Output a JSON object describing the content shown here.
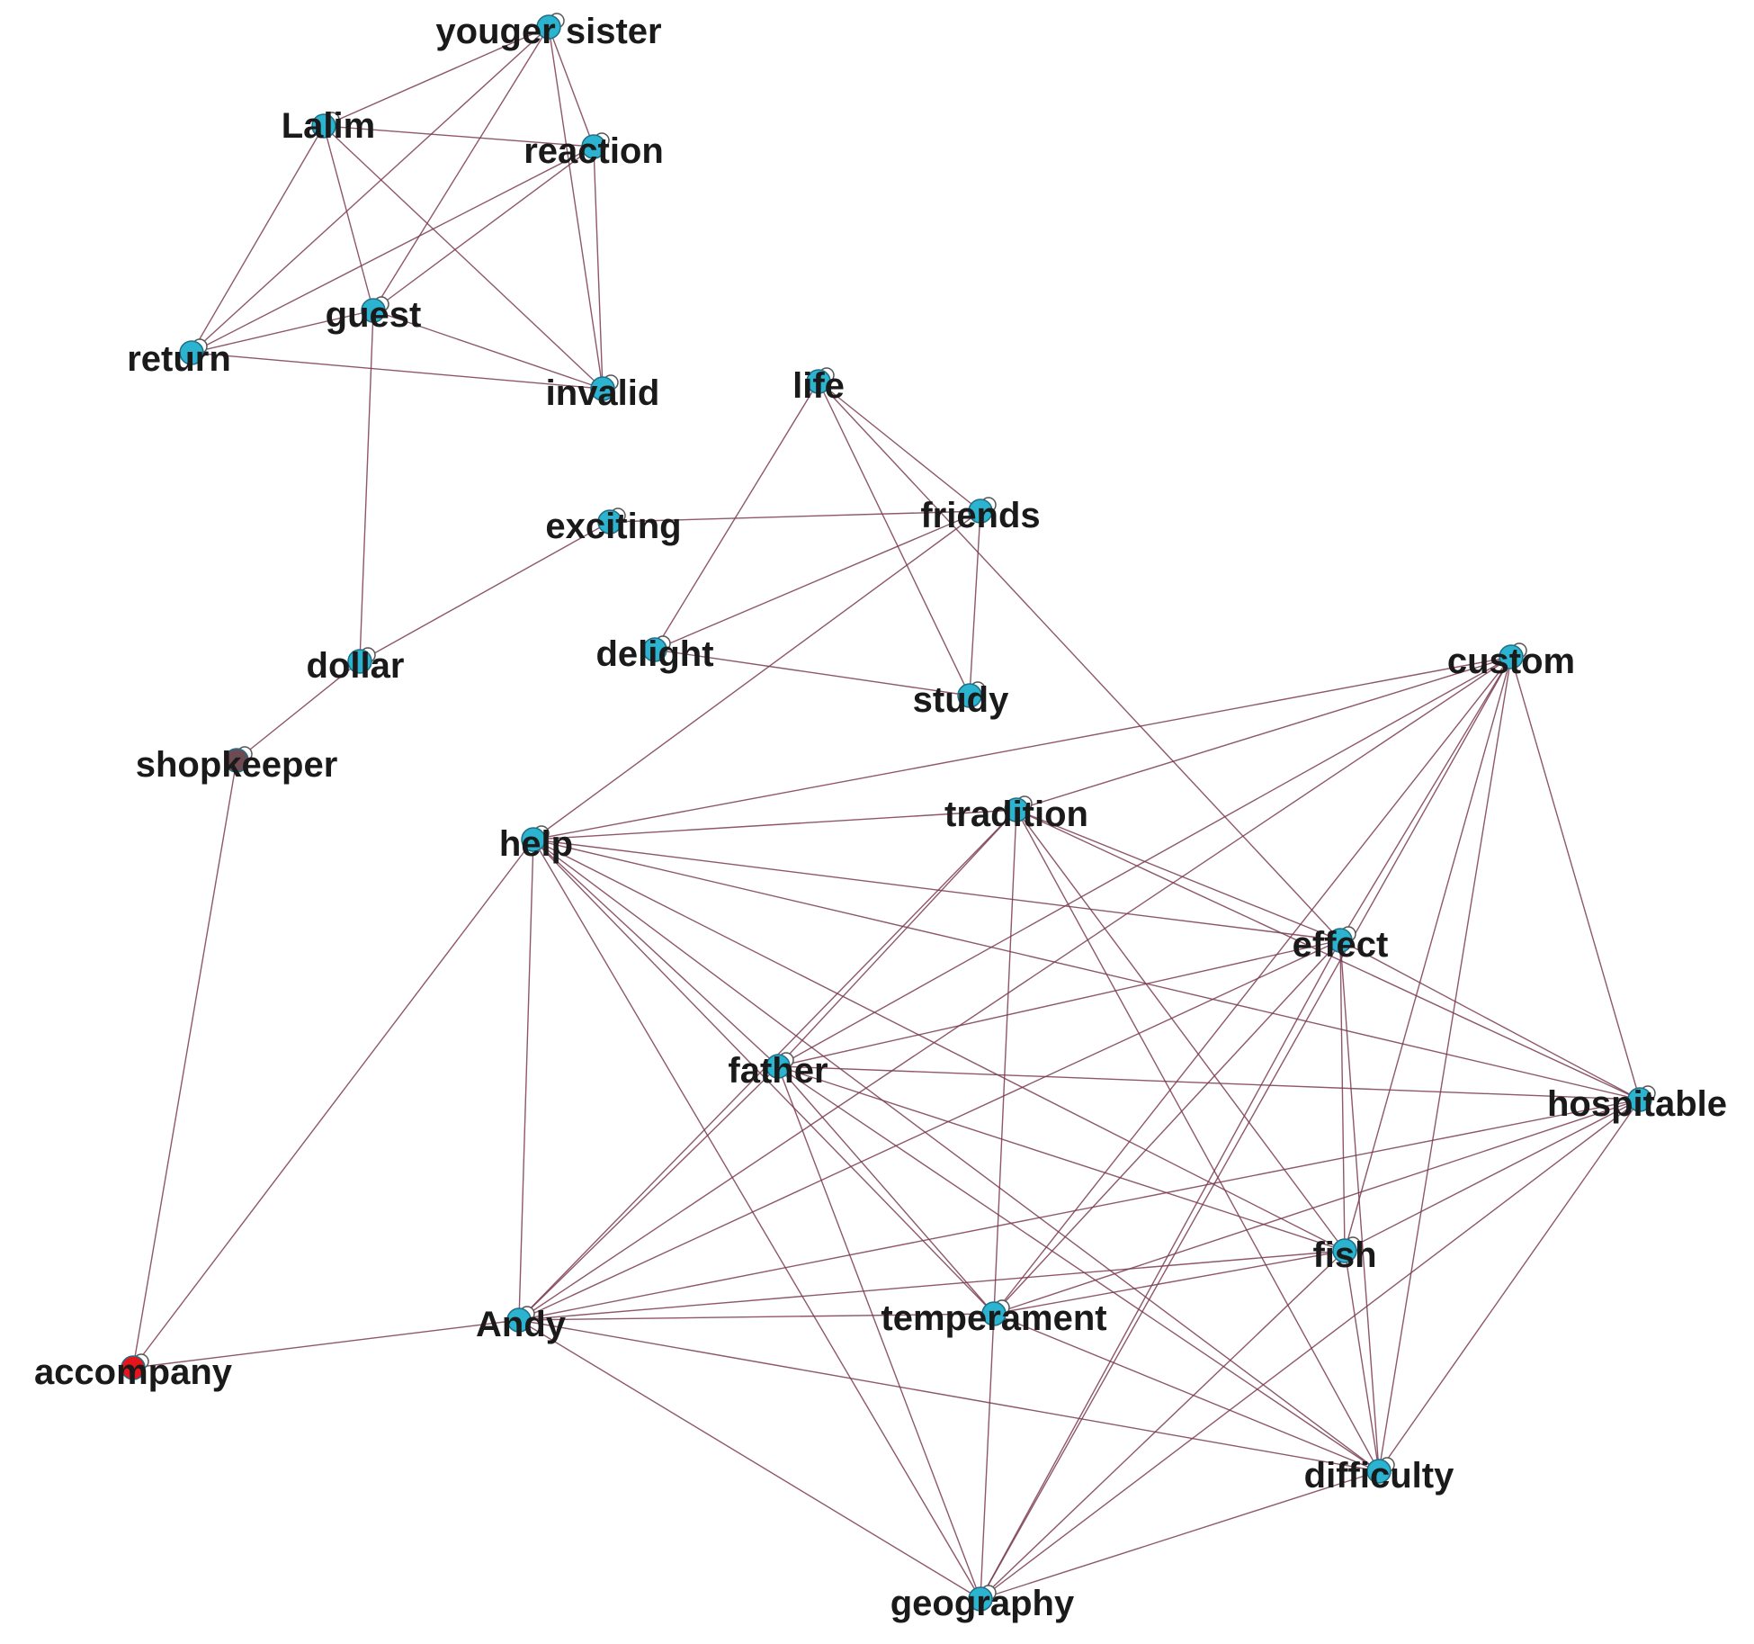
{
  "graph": {
    "edge_color": "#7a3a52",
    "default_node_color": "#2bb3cf",
    "nodes": [
      {
        "id": "youger_sister",
        "label": "youger sister"
      },
      {
        "id": "lalim",
        "label": "Lalim"
      },
      {
        "id": "reaction",
        "label": "reaction"
      },
      {
        "id": "guest",
        "label": "guest"
      },
      {
        "id": "return",
        "label": "return"
      },
      {
        "id": "invalid",
        "label": "invalid"
      },
      {
        "id": "life",
        "label": "life"
      },
      {
        "id": "friends",
        "label": "friends"
      },
      {
        "id": "exciting",
        "label": "exciting"
      },
      {
        "id": "delight",
        "label": "delight"
      },
      {
        "id": "study",
        "label": "study"
      },
      {
        "id": "dollar",
        "label": "dollar"
      },
      {
        "id": "shopkeeper",
        "label": "shopkeeper",
        "color": "#6e4a52"
      },
      {
        "id": "custom",
        "label": "custom"
      },
      {
        "id": "tradition",
        "label": "tradition"
      },
      {
        "id": "help",
        "label": "help"
      },
      {
        "id": "effect",
        "label": "effect"
      },
      {
        "id": "father",
        "label": "father"
      },
      {
        "id": "hospitable",
        "label": "hospitable"
      },
      {
        "id": "fish",
        "label": "fish"
      },
      {
        "id": "temperament",
        "label": "temperament"
      },
      {
        "id": "andy",
        "label": "Andy"
      },
      {
        "id": "accompany",
        "label": "accompany",
        "color": "#e8141c"
      },
      {
        "id": "difficulty",
        "label": "difficulty"
      },
      {
        "id": "geography",
        "label": "geography"
      }
    ],
    "edges": [
      [
        "youger_sister",
        "lalim"
      ],
      [
        "youger_sister",
        "reaction"
      ],
      [
        "youger_sister",
        "guest"
      ],
      [
        "youger_sister",
        "return"
      ],
      [
        "youger_sister",
        "invalid"
      ],
      [
        "lalim",
        "reaction"
      ],
      [
        "lalim",
        "guest"
      ],
      [
        "lalim",
        "return"
      ],
      [
        "lalim",
        "invalid"
      ],
      [
        "reaction",
        "guest"
      ],
      [
        "reaction",
        "return"
      ],
      [
        "reaction",
        "invalid"
      ],
      [
        "guest",
        "return"
      ],
      [
        "guest",
        "invalid"
      ],
      [
        "guest",
        "dollar"
      ],
      [
        "return",
        "invalid"
      ],
      [
        "exciting",
        "friends"
      ],
      [
        "exciting",
        "dollar"
      ],
      [
        "dollar",
        "shopkeeper"
      ],
      [
        "shopkeeper",
        "accompany"
      ],
      [
        "life",
        "friends"
      ],
      [
        "life",
        "study"
      ],
      [
        "life",
        "delight"
      ],
      [
        "life",
        "effect"
      ],
      [
        "friends",
        "delight"
      ],
      [
        "friends",
        "study"
      ],
      [
        "friends",
        "help"
      ],
      [
        "delight",
        "study"
      ],
      [
        "help",
        "accompany"
      ],
      [
        "help",
        "andy"
      ],
      [
        "help",
        "custom"
      ],
      [
        "help",
        "tradition"
      ],
      [
        "help",
        "effect"
      ],
      [
        "help",
        "hospitable"
      ],
      [
        "help",
        "fish"
      ],
      [
        "help",
        "temperament"
      ],
      [
        "help",
        "difficulty"
      ],
      [
        "help",
        "geography"
      ],
      [
        "help",
        "father"
      ],
      [
        "accompany",
        "andy"
      ],
      [
        "andy",
        "tradition"
      ],
      [
        "andy",
        "custom"
      ],
      [
        "andy",
        "effect"
      ],
      [
        "andy",
        "father"
      ],
      [
        "andy",
        "hospitable"
      ],
      [
        "andy",
        "fish"
      ],
      [
        "andy",
        "temperament"
      ],
      [
        "andy",
        "difficulty"
      ],
      [
        "andy",
        "geography"
      ],
      [
        "custom",
        "tradition"
      ],
      [
        "custom",
        "effect"
      ],
      [
        "custom",
        "father"
      ],
      [
        "custom",
        "hospitable"
      ],
      [
        "custom",
        "fish"
      ],
      [
        "custom",
        "temperament"
      ],
      [
        "custom",
        "difficulty"
      ],
      [
        "custom",
        "geography"
      ],
      [
        "tradition",
        "effect"
      ],
      [
        "tradition",
        "father"
      ],
      [
        "tradition",
        "hospitable"
      ],
      [
        "tradition",
        "fish"
      ],
      [
        "tradition",
        "temperament"
      ],
      [
        "tradition",
        "difficulty"
      ],
      [
        "effect",
        "father"
      ],
      [
        "effect",
        "hospitable"
      ],
      [
        "effect",
        "fish"
      ],
      [
        "effect",
        "temperament"
      ],
      [
        "effect",
        "difficulty"
      ],
      [
        "effect",
        "geography"
      ],
      [
        "father",
        "hospitable"
      ],
      [
        "father",
        "fish"
      ],
      [
        "father",
        "temperament"
      ],
      [
        "father",
        "difficulty"
      ],
      [
        "father",
        "geography"
      ],
      [
        "hospitable",
        "fish"
      ],
      [
        "hospitable",
        "temperament"
      ],
      [
        "hospitable",
        "difficulty"
      ],
      [
        "hospitable",
        "geography"
      ],
      [
        "fish",
        "temperament"
      ],
      [
        "fish",
        "difficulty"
      ],
      [
        "fish",
        "geography"
      ],
      [
        "temperament",
        "difficulty"
      ],
      [
        "temperament",
        "geography"
      ],
      [
        "difficulty",
        "geography"
      ]
    ]
  }
}
